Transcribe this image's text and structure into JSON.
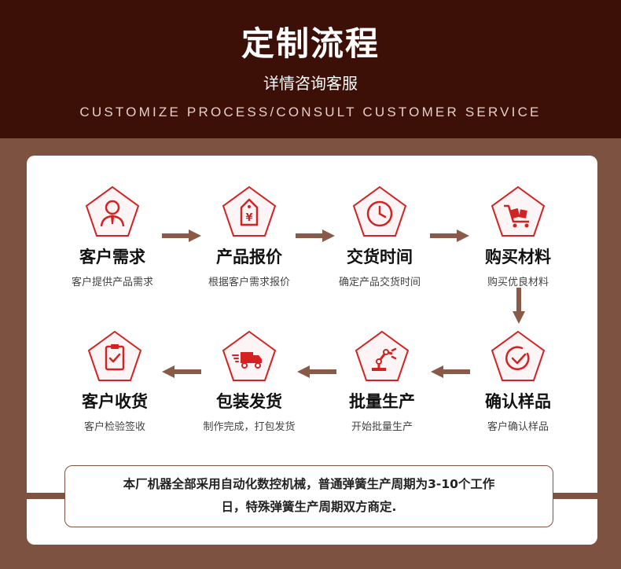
{
  "header": {
    "title": "定制流程",
    "subtitle": "详情咨询客服",
    "subtitle_en": "CUSTOMIZE PROCESS/CONSULT CUSTOMER SERVICE"
  },
  "steps": [
    {
      "title": "客户需求",
      "desc": "客户提供产品需求",
      "icon": "customer-icon"
    },
    {
      "title": "产品报价",
      "desc": "根据客户需求报价",
      "icon": "price-tag-icon"
    },
    {
      "title": "交货时间",
      "desc": "确定产品交货时间",
      "icon": "clock-icon"
    },
    {
      "title": "购买材料",
      "desc": "购买优良材料",
      "icon": "cart-icon"
    },
    {
      "title": "确认样品",
      "desc": "客户确认样品",
      "icon": "check-circle-icon"
    },
    {
      "title": "批量生产",
      "desc": "开始批量生产",
      "icon": "robot-arm-icon"
    },
    {
      "title": "包装发货",
      "desc": "制作完成，打包发货",
      "icon": "truck-icon"
    },
    {
      "title": "客户收货",
      "desc": "客户检验签收",
      "icon": "clipboard-check-icon"
    }
  ],
  "notice": {
    "line1": "本厂机器全部采用自动化数控机械，普通弹簧生产周期为3-10个工作",
    "line2": "日，特殊弹簧生产周期双方商定."
  },
  "colors": {
    "header_bg": "#3c0f07",
    "page_bg": "#7e5240",
    "accent": "#d42222",
    "arrow": "#8a5a48"
  }
}
